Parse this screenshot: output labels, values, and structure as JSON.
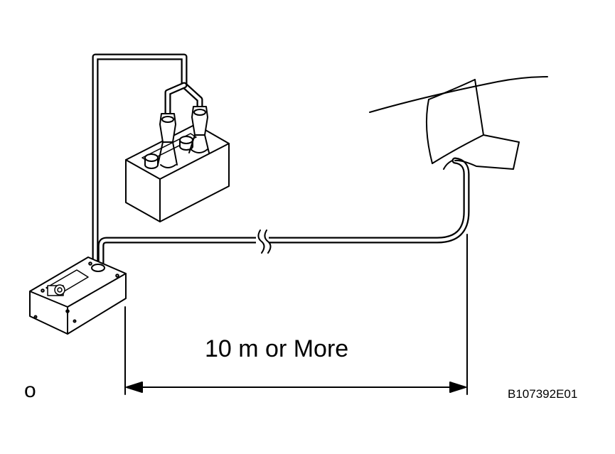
{
  "labels": {
    "distance": "10 m or More",
    "corner_mark": "o",
    "figure_code": "B107392E01"
  },
  "colors": {
    "ink": "#000000",
    "paper": "#ffffff"
  }
}
